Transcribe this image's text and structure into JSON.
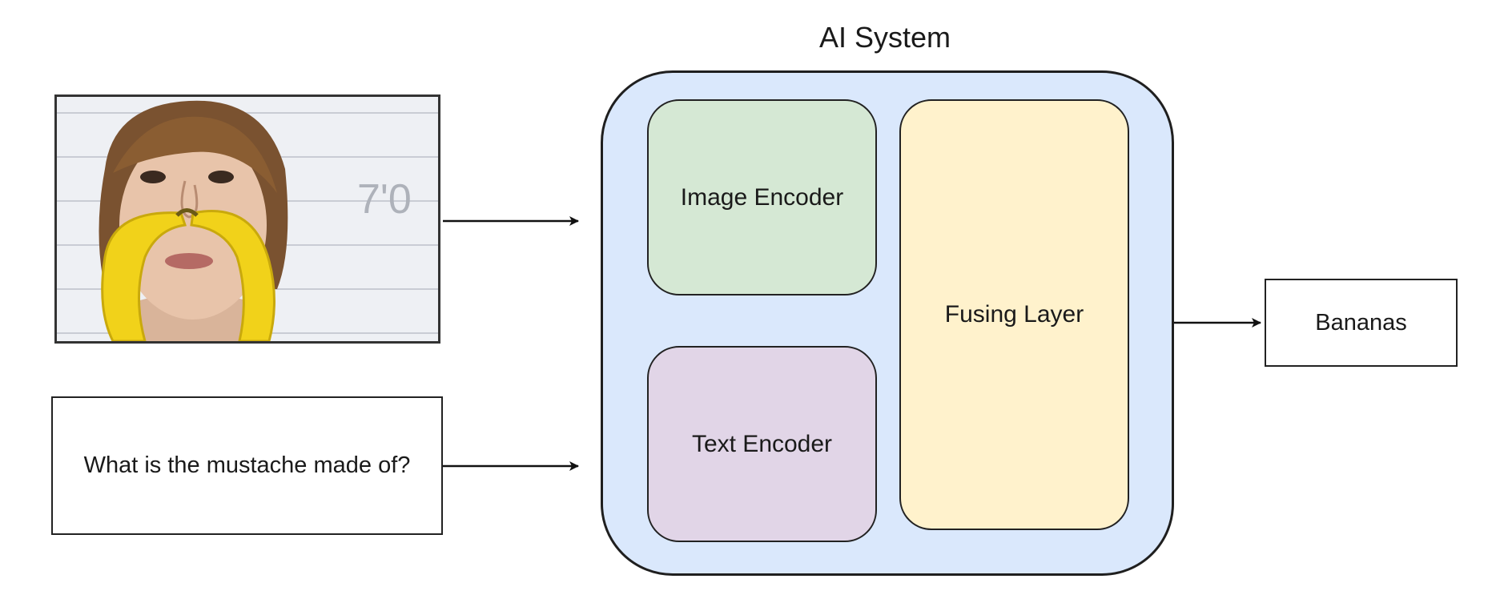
{
  "diagram": {
    "system_title": "AI System",
    "question": "What is the mustache made of?",
    "image_encoder_label": "Image Encoder",
    "text_encoder_label": "Text Encoder",
    "fusing_layer_label": "Fusing Layer",
    "output_label": "Bananas",
    "photo_wall_text": "7'0"
  },
  "colors": {
    "system_fill": "#dae8fc",
    "image_encoder_fill": "#d5e8d4",
    "text_encoder_fill": "#e1d5e7",
    "fusing_layer_fill": "#fff2cc",
    "banana": "#f1d21a",
    "edge": "#1f1f1f"
  },
  "icons": {
    "photo": "photo-of-person-with-banana-mustache"
  }
}
